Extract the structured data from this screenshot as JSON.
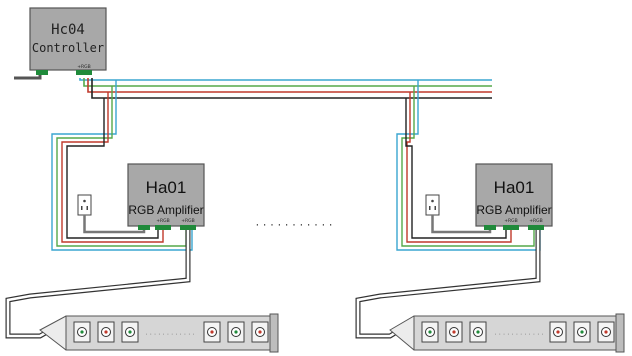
{
  "controller": {
    "title": "Hc04",
    "subtitle": "Controller",
    "port_label": "+RGB"
  },
  "amplifiers": [
    {
      "title": "Ha01",
      "subtitle": "RGB Amplifier",
      "port_in": "+RGB",
      "port_out": "+RGB"
    },
    {
      "title": "Ha01",
      "subtitle": "RGB Amplifier",
      "port_in": "+RGB",
      "port_out": "+RGB"
    }
  ],
  "ellipsis": "· · · · · · · · · · ·",
  "wire_colors": {
    "blue": "#3aa6d0",
    "green": "#55a84a",
    "red": "#c0392b",
    "black": "#222222"
  },
  "colors": {
    "box_fill": "#a8a8a8",
    "box_stroke": "#555555",
    "connector": "#1f8a3a",
    "strip_fill": "#d6d6d6"
  }
}
